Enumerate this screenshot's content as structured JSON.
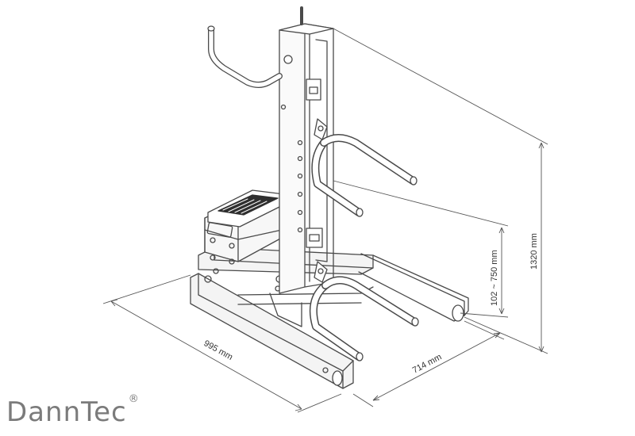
{
  "dimensions": {
    "length": "995 mm",
    "width": "714 mm",
    "height": "1320 mm",
    "lift_range": "102 ~ 750 mm"
  },
  "brand": {
    "name": "DannTec",
    "mark": "®"
  },
  "colors": {
    "line": "#4a4a4a",
    "dim_line": "#555555",
    "frame_fill": "#f2f2f2",
    "logo": "#7b7b7b"
  }
}
